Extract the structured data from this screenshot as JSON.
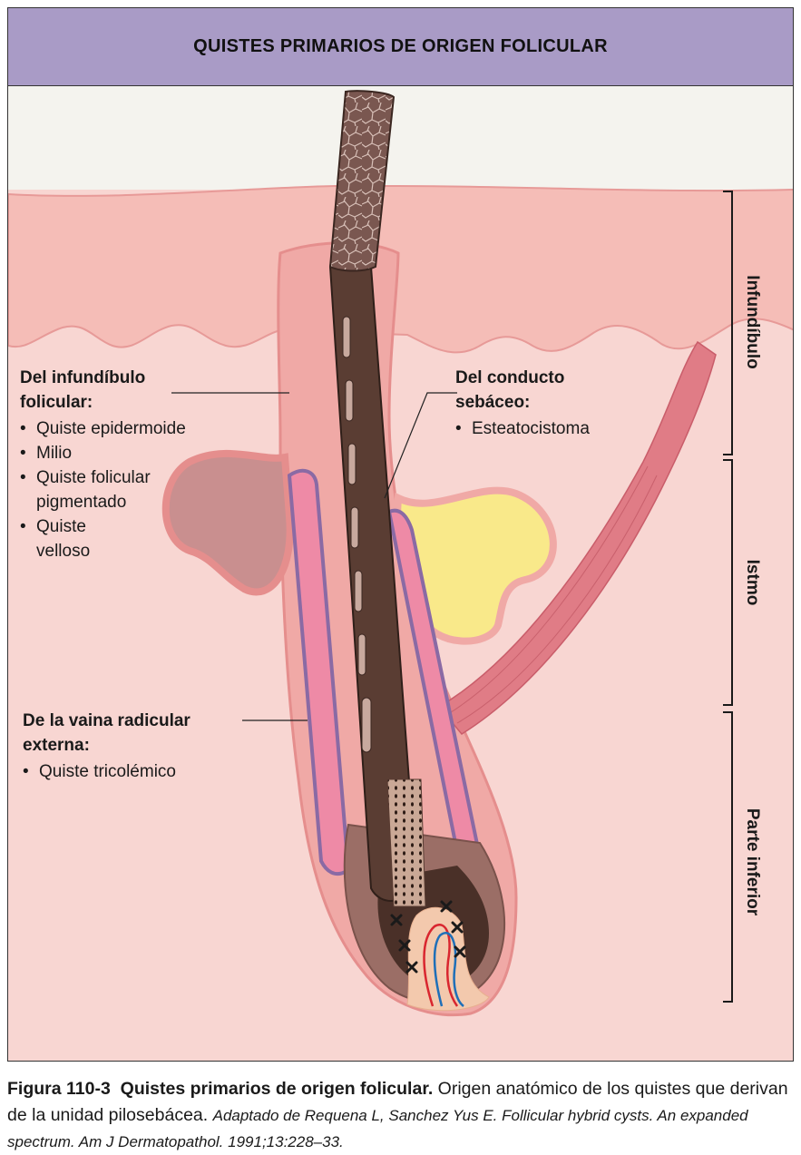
{
  "header": {
    "title": "QUISTES PRIMARIOS DE ORIGEN FOLICULAR"
  },
  "labels": {
    "infundibulo": {
      "heading": [
        "Del infundíbulo",
        "folicular:"
      ],
      "items": [
        "Quiste epidermoide",
        "Milio",
        "Quiste folicular pigmentado",
        "Quiste velloso"
      ]
    },
    "conducto": {
      "heading": [
        "Del conducto",
        "sebáceo:"
      ],
      "items": [
        "Esteatocistoma"
      ]
    },
    "vaina": {
      "heading": [
        "De la vaina radicular",
        "externa:"
      ],
      "items": [
        "Quiste tricolémico"
      ]
    }
  },
  "zones": [
    "Infundíbulo",
    "Istmo",
    "Parte inferior"
  ],
  "caption": {
    "figure": "Figura 110-3",
    "title": "Quistes primarios de origen folicular.",
    "text": "Origen anatómico de los quistes que derivan de la unidad pilosebácea.",
    "reference": "Adaptado de Requena L, Sanchez Yus E. Follicular hybrid cysts. An expanded spectrum. Am J Dermatopathol. 1991;13:228–33."
  },
  "colors": {
    "header_bg": "#a99bc6",
    "skin": "#f8d6d2",
    "epidermis": "#f5bdb7",
    "hair_shaft": "#5a3d33",
    "sebaceous_cyst": "#f9e98a",
    "infundibular_cyst": "#c98f8f",
    "root_sheath": "#ee8aa6",
    "arrector_muscle": "#e07c86"
  }
}
